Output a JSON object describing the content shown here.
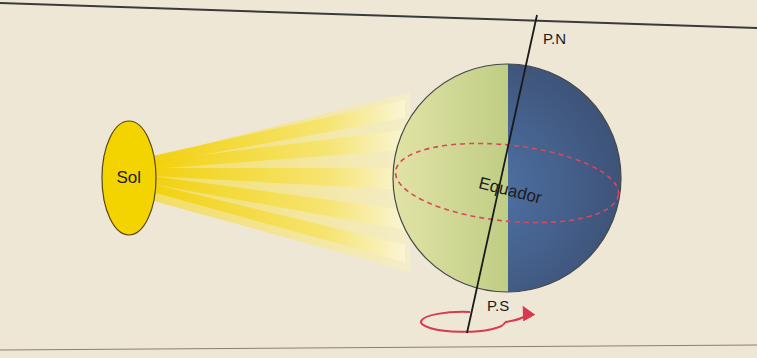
{
  "diagram": {
    "nodes": [
      {
        "text": [
          "Sol"
        ]
      },
      {
        "text": [
          "Equador"
        ]
      }
    ],
    "labels": [
      "P.N",
      "P.S"
    ]
  }
}
